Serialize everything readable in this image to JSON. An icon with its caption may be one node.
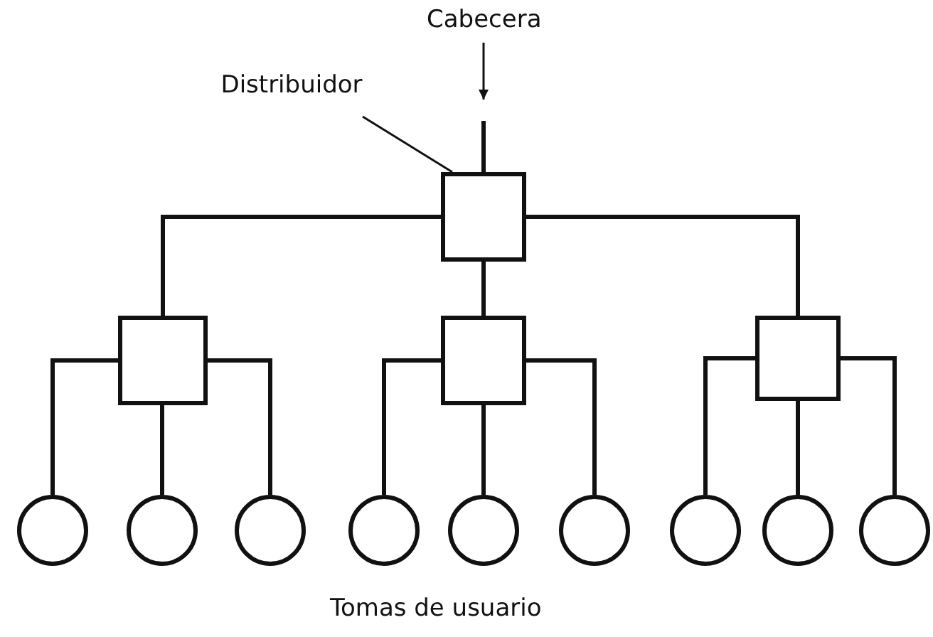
{
  "diagram": {
    "nodes": [
      {
        "text": [
          "Cabecera"
        ]
      },
      {
        "text": [
          "Distribuidor"
        ]
      },
      {
        "text": [],
        "shape": "box"
      },
      {
        "text": [],
        "shape": "box"
      },
      {
        "text": [],
        "shape": "box"
      },
      {
        "text": [],
        "shape": "box"
      },
      {
        "text": [],
        "shape": "circle"
      },
      {
        "text": [],
        "shape": "circle"
      },
      {
        "text": [],
        "shape": "circle"
      },
      {
        "text": [],
        "shape": "circle"
      },
      {
        "text": [],
        "shape": "circle"
      },
      {
        "text": [],
        "shape": "circle"
      },
      {
        "text": [],
        "shape": "circle"
      },
      {
        "text": [],
        "shape": "circle"
      },
      {
        "text": [],
        "shape": "circle"
      }
    ],
    "edges": [
      {
        "from": 0,
        "to": null,
        "arrow": "to"
      },
      {
        "from": null,
        "to": 2,
        "arrow": "none"
      },
      {
        "from": 1,
        "to": 2,
        "arrow": "none"
      },
      {
        "from": 2,
        "to": 3,
        "arrow": "none"
      },
      {
        "from": 2,
        "to": 4,
        "arrow": "none"
      },
      {
        "from": 2,
        "to": 5,
        "arrow": "none"
      },
      {
        "from": 3,
        "to": 6,
        "arrow": "none"
      },
      {
        "from": 3,
        "to": 7,
        "arrow": "none"
      },
      {
        "from": 3,
        "to": 8,
        "arrow": "none"
      },
      {
        "from": 4,
        "to": 9,
        "arrow": "none"
      },
      {
        "from": 4,
        "to": 10,
        "arrow": "none"
      },
      {
        "from": 4,
        "to": 11,
        "arrow": "none"
      },
      {
        "from": 5,
        "to": 12,
        "arrow": "none"
      },
      {
        "from": 5,
        "to": 13,
        "arrow": "none"
      },
      {
        "from": 5,
        "to": 14,
        "arrow": "none"
      }
    ],
    "labels": [
      "Tomas de usuario"
    ]
  }
}
